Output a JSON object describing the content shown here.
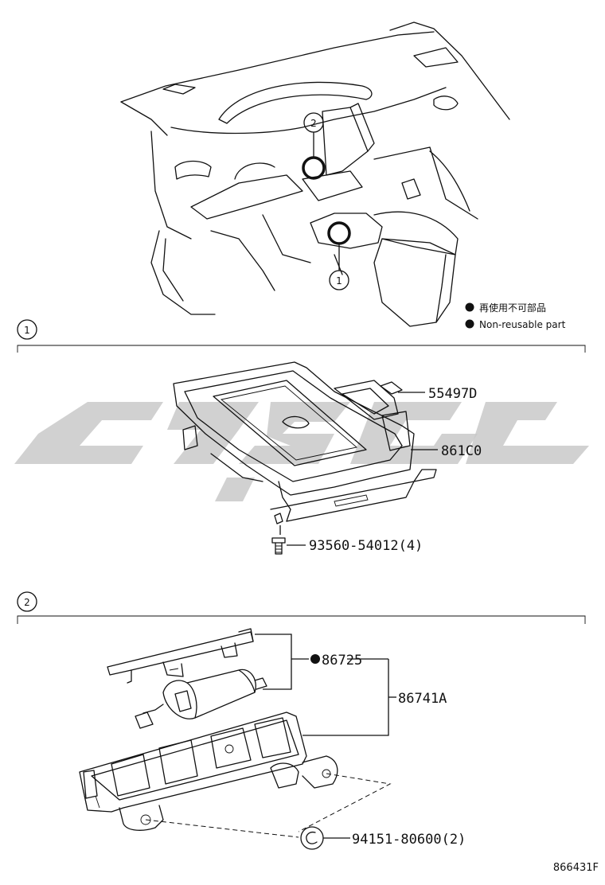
{
  "legend": {
    "jp_text": "再使用不可部品",
    "en_text": "Non-reusable part"
  },
  "markers": {
    "one": "1",
    "two": "2"
  },
  "sections": [
    {
      "marker": "1"
    },
    {
      "marker": "2"
    }
  ],
  "parts": {
    "p55497d": "55497D",
    "p861c0": "861C0",
    "p93560": "93560-54012(4)",
    "p86725": "86725",
    "p86741a": "86741A",
    "p94151": "94151-80600(2)"
  },
  "diagram_code": "866431F",
  "colors": {
    "line": "#111111",
    "watermark": "#c9c9c9",
    "background": "#ffffff"
  }
}
